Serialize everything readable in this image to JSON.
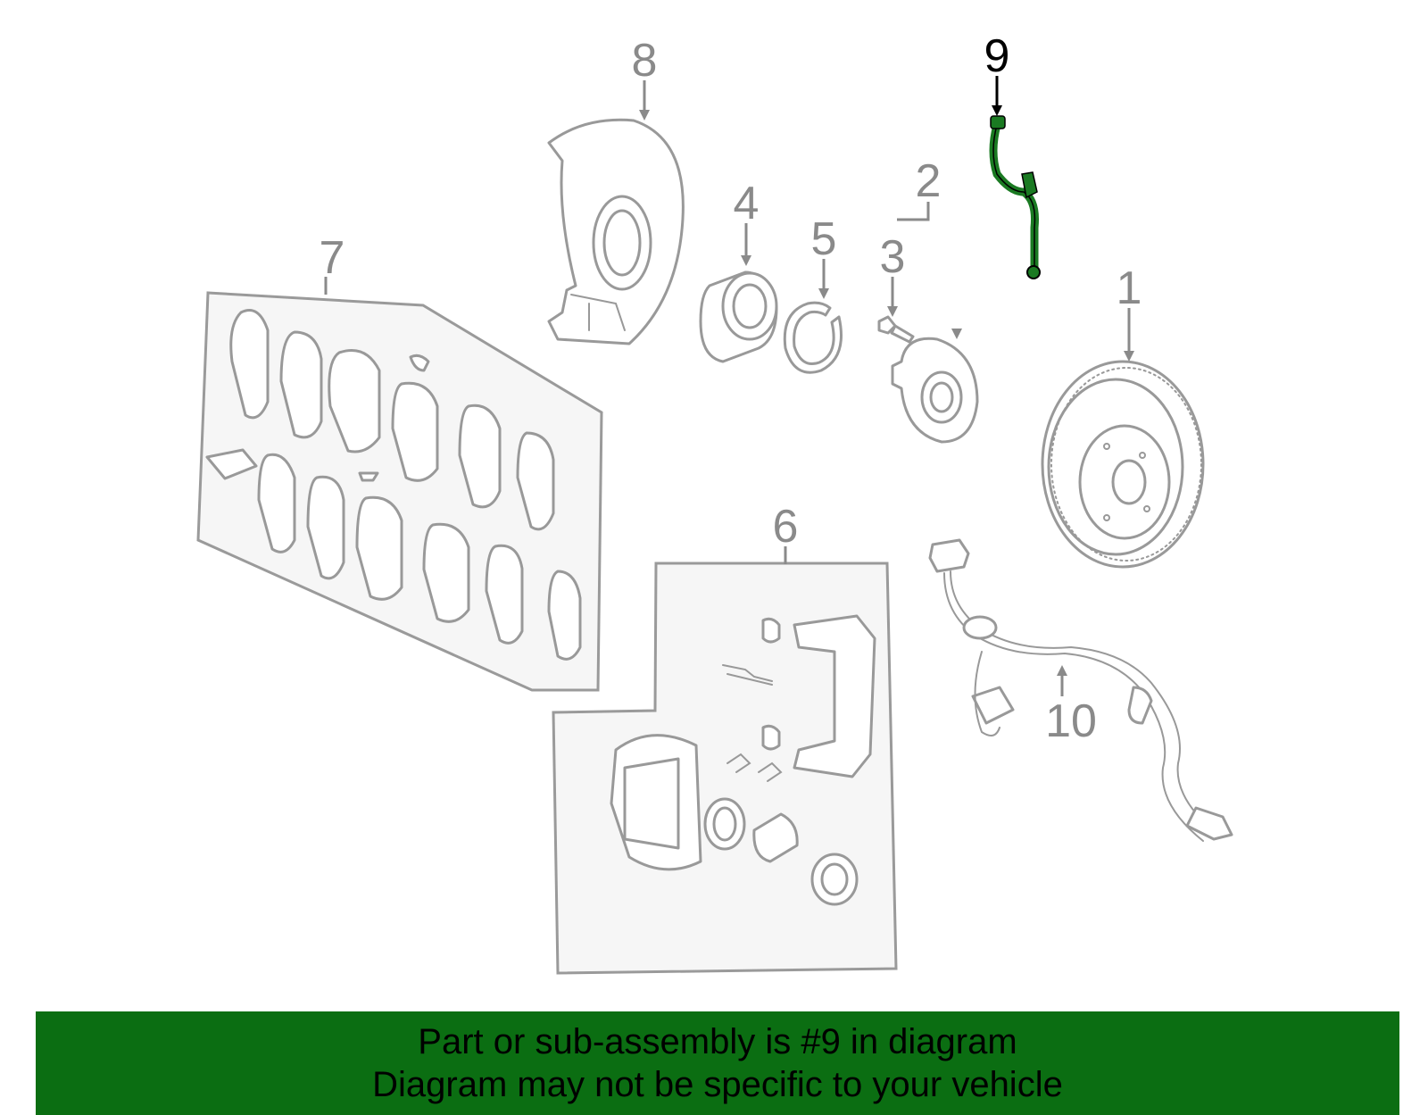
{
  "colors": {
    "highlight_part": "#1a7a22",
    "banner_background": "#0b6e12",
    "part_line": "#999999",
    "callout_text": "#8a8a8a",
    "active_callout": "#000000"
  },
  "callouts": [
    {
      "id": "1",
      "label": "1"
    },
    {
      "id": "2",
      "label": "2"
    },
    {
      "id": "3",
      "label": "3"
    },
    {
      "id": "4",
      "label": "4"
    },
    {
      "id": "5",
      "label": "5"
    },
    {
      "id": "6",
      "label": "6"
    },
    {
      "id": "7",
      "label": "7"
    },
    {
      "id": "8",
      "label": "8"
    },
    {
      "id": "9",
      "label": "9",
      "highlighted": true
    },
    {
      "id": "10",
      "label": "10"
    }
  ],
  "banner": {
    "line1": "Part or sub-assembly is #9 in diagram",
    "line2": "Diagram may not be specific to your vehicle"
  }
}
